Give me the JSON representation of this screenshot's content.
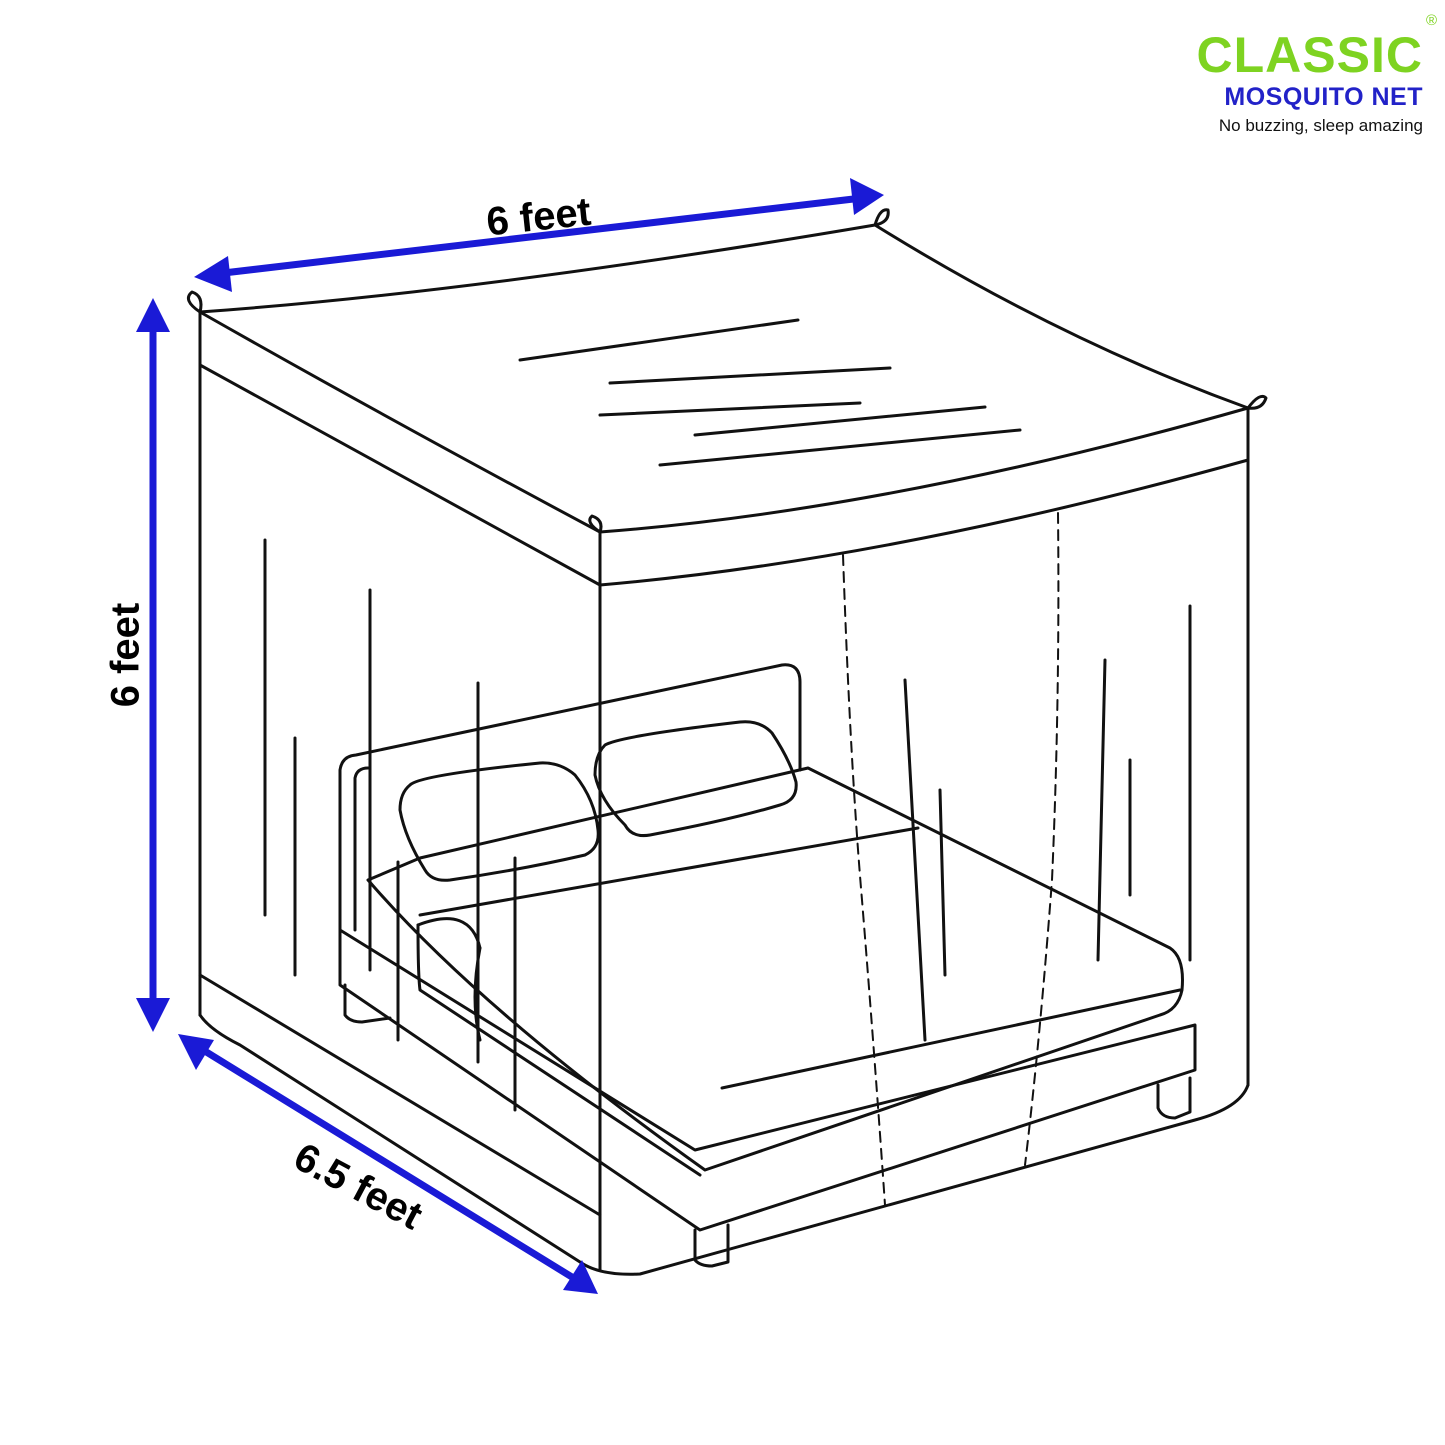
{
  "brand": {
    "name": "CLASSIC",
    "registered_mark": "®",
    "product": "MOSQUITO NET",
    "tagline": "No buzzing, sleep amazing",
    "colors": {
      "name": "#7ed321",
      "product": "#2222c8",
      "arrows": "#1a1ad6"
    }
  },
  "dimensions": {
    "width_label": "6 feet",
    "height_label": "6 feet",
    "length_label": "6.5 feet"
  }
}
